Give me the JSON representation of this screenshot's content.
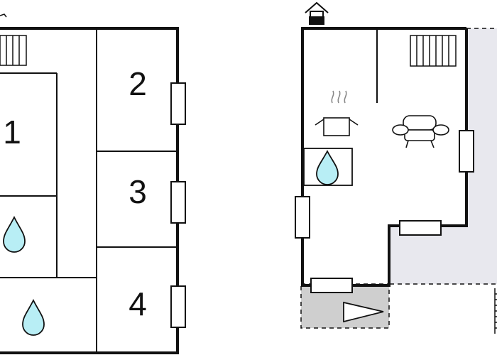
{
  "floor_plan": {
    "rooms": [
      {
        "id": "1",
        "label": "1"
      },
      {
        "id": "2",
        "label": "2"
      },
      {
        "id": "3",
        "label": "3"
      },
      {
        "id": "4",
        "label": "4"
      }
    ],
    "icons": [
      "heater-icon",
      "shower-icon",
      "bath-icon",
      "cooking-pot-icon",
      "sink-icon",
      "sofa-icon",
      "house-icon",
      "entrance-arrow-icon",
      "stairs-icon"
    ],
    "colors": {
      "wall": "#111111",
      "water_fill": "#b8eef5",
      "terrace_fill": "#e8e8ee",
      "entrance_fill": "#cfcfcf"
    }
  }
}
